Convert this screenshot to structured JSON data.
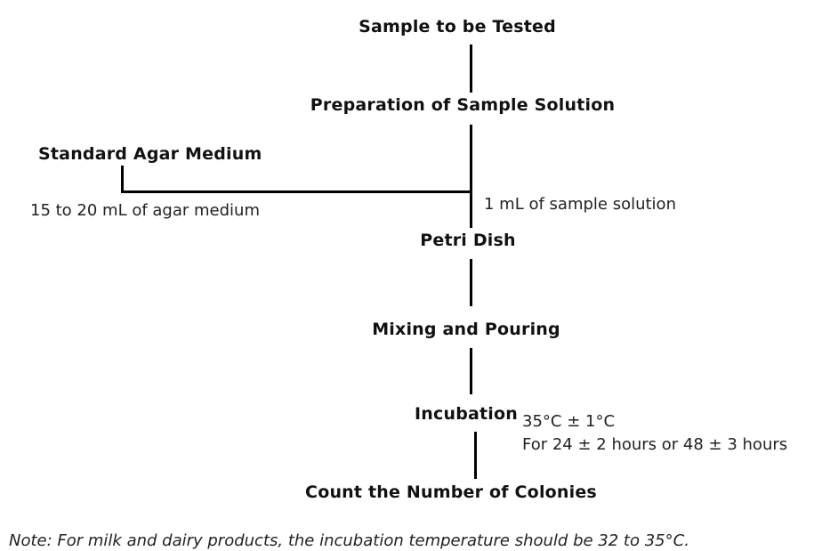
{
  "nodes": {
    "sample": "Sample to be Tested",
    "preparation": "Preparation of Sample Solution",
    "agar": "Standard Agar Medium",
    "petri": "Petri Dish",
    "mixing": "Mixing and Pouring",
    "incubation": "Incubation",
    "count": "Count the Number of Colonies"
  },
  "labels": {
    "agar_amount": "15 to 20 mL of agar medium",
    "sample_amount": "1 mL of sample solution",
    "incubation_temp": "35°C ± 1°C",
    "incubation_time": "For 24 ± 2 hours or 48 ± 3 hours"
  },
  "note": "Note: For milk and dairy products, the incubation temperature should be 32 to 35°C."
}
